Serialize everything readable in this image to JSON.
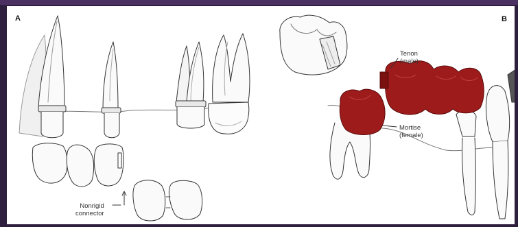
{
  "panels": {
    "a": {
      "letter": "A"
    },
    "b": {
      "letter": "B"
    }
  },
  "labels": {
    "nonrigid_line1": "Nonrigid",
    "nonrigid_line2": "connector",
    "tenon_line1": "Tenon",
    "tenon_line2": "(male)",
    "mortise_line1": "Mortise",
    "mortise_line2": "(female)"
  },
  "colors": {
    "background": "#2e1f3f",
    "accent": "#4a3162",
    "restoration": "#9e1b1b"
  }
}
